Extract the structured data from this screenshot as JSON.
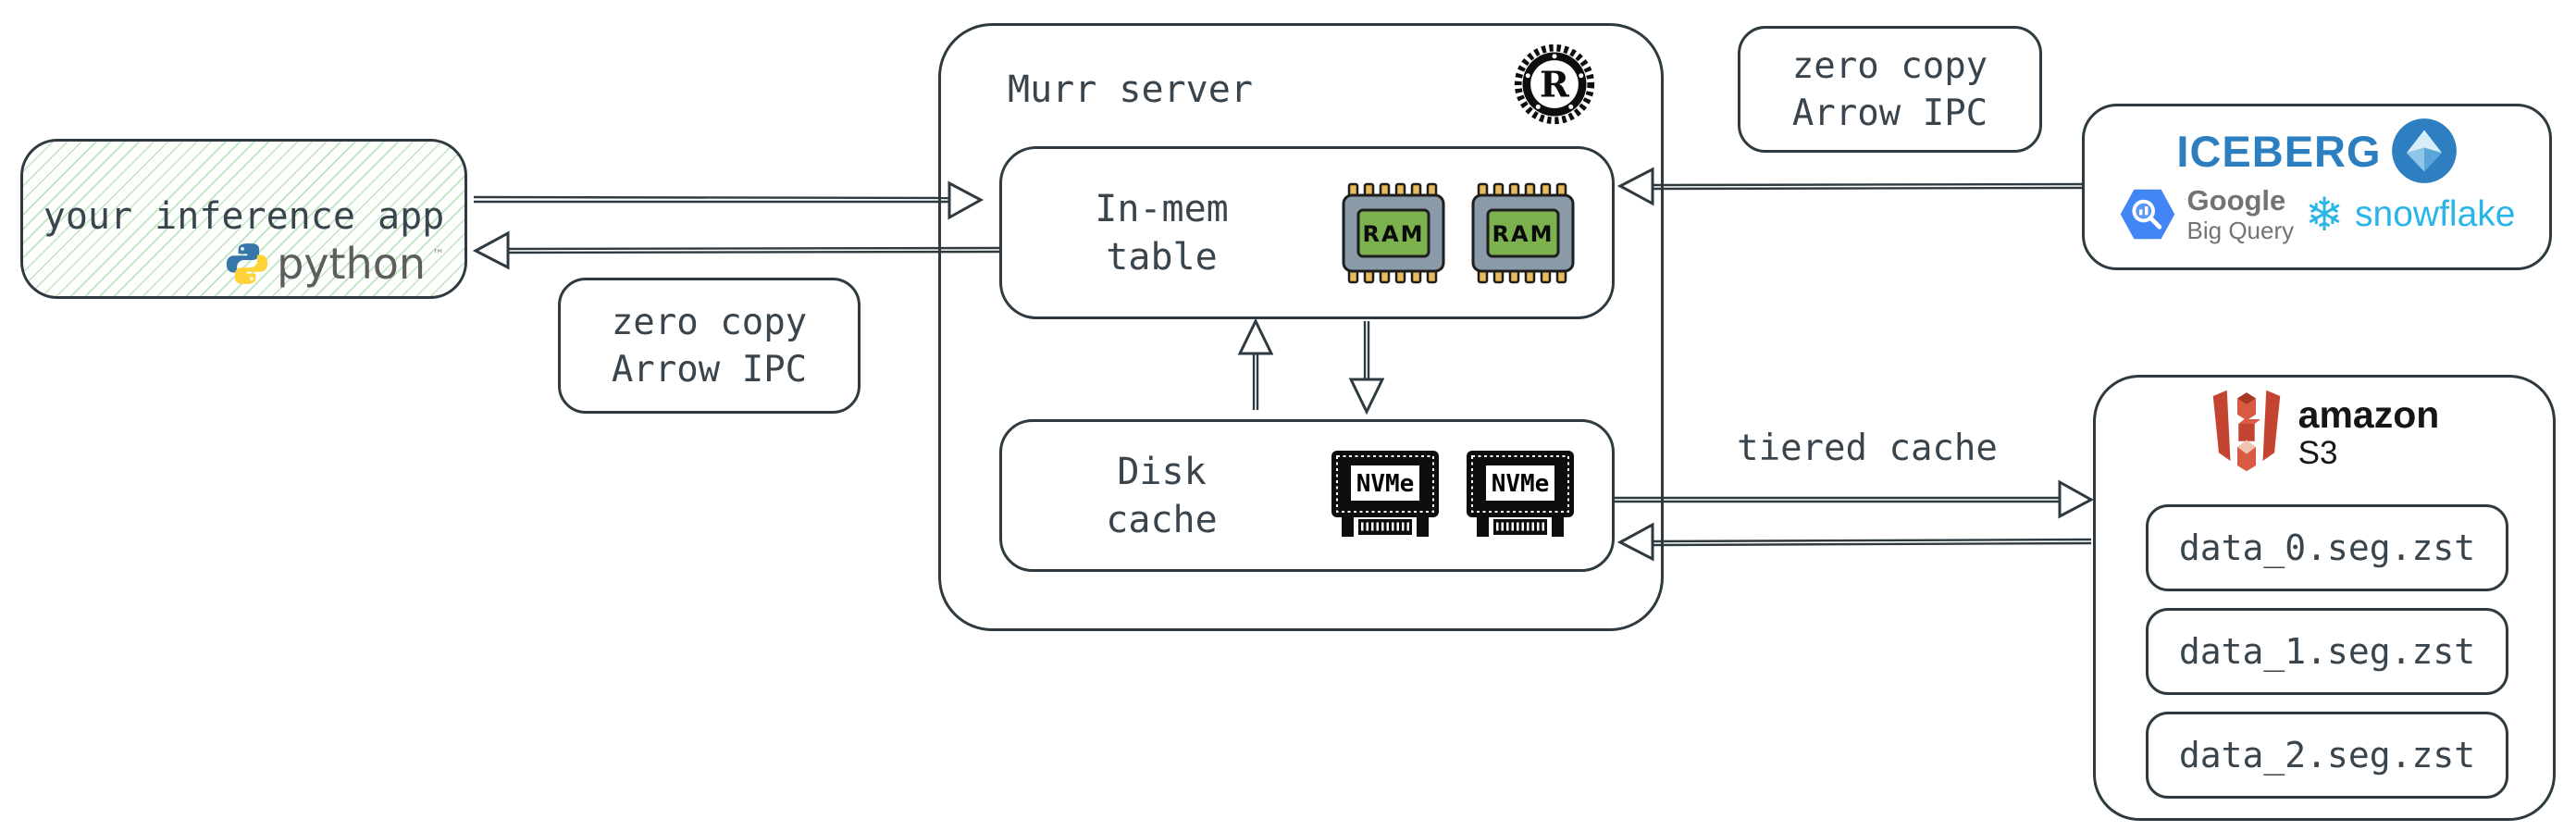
{
  "colors": {
    "sketch_border": "#2e3a40",
    "text": "#39444d",
    "hatch_green": "#81c784",
    "python_blue": "#3776ab",
    "python_yellow": "#ffd43b",
    "rust_black": "#0d0d0d",
    "ram_green": "#7cb24e",
    "ram_body_gray": "#8a9aa6",
    "pin_gold": "#e7bc59",
    "nvme_black": "#0d0d0d",
    "iceberg_blue": "#2b7fc1",
    "bigquery_blue": "#4285f4",
    "snowflake_blue": "#29b5e8",
    "s3_red": "#c8452f"
  },
  "app": {
    "label": "your inference app",
    "brand": "python",
    "brand_tm": "™"
  },
  "ipc_labels": {
    "left": {
      "line1": "zero copy",
      "line2": "Arrow IPC"
    },
    "top": {
      "line1": "zero copy",
      "line2": "Arrow IPC"
    }
  },
  "murr": {
    "title": "Murr server",
    "rust_letter": "R",
    "inmem": {
      "line1": "In-mem",
      "line2": "table",
      "chip_label": "RAM"
    },
    "disk": {
      "line1": "Disk",
      "line2": "cache",
      "chip_label": "NVMe"
    }
  },
  "edges": {
    "tiered_cache": "tiered cache"
  },
  "iceberg": {
    "title": "ICEBERG",
    "google": "Google",
    "bigquery": "Big Query",
    "snowflake": "snowflake",
    "snowflake_glyph": "❄"
  },
  "s3": {
    "brand": "amazon",
    "service": "S3",
    "files": [
      "data_0.seg.zst",
      "data_1.seg.zst",
      "data_2.seg.zst"
    ]
  }
}
